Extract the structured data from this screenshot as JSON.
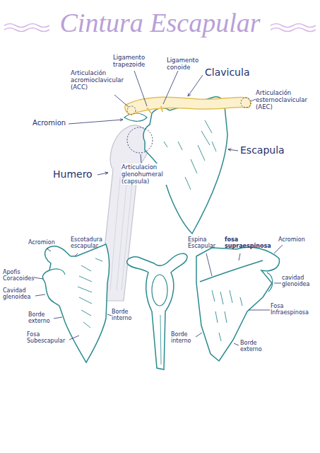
{
  "diagram": {
    "title": "Cintura Escapular",
    "labels": [
      "Ligamento trapezoide",
      "Ligamento conoide",
      "Articulación acromioclavicular (ACC)",
      "Clavicula",
      "Articulación esternoclavicular (AEC)",
      "Acromion",
      "Escapula",
      "Humero",
      "Articulacion glenohumeral (capsula)",
      "Acromion",
      "Escotadura escapular",
      "Apofis Coracoides",
      "Cavidad glenoidea",
      "Borde externo",
      "Fosa Subescapular",
      "Borde interno",
      "Espina Escapular",
      "fosa supraespinosa",
      "Acromion",
      "cavidad glenoidea",
      "Fosa Infraespinosa",
      "Borde interno",
      "Borde externo"
    ]
  }
}
